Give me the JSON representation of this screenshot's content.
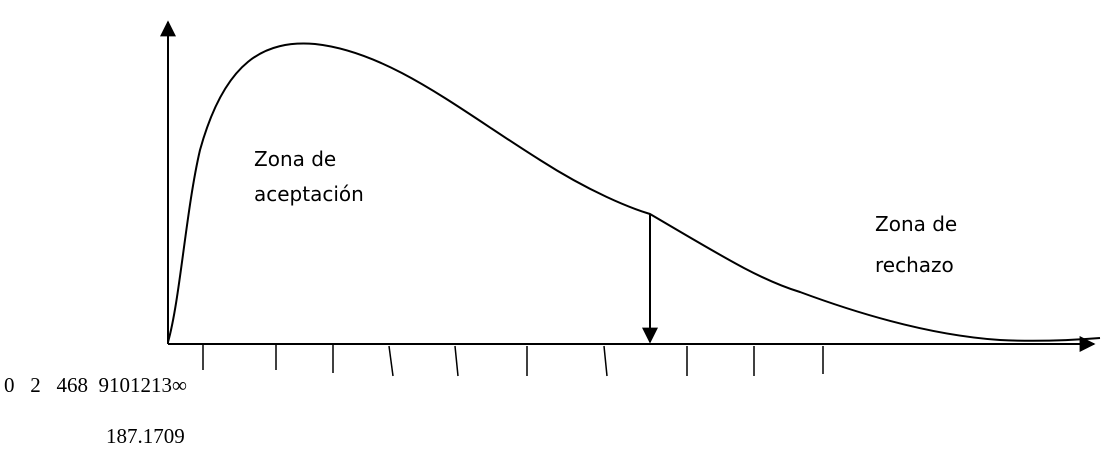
{
  "zones": {
    "acceptance": {
      "line1": "Zona de",
      "line2": "aceptación"
    },
    "rejection": {
      "line1": "Zona de",
      "line2": "rechazo"
    }
  },
  "x_axis_tick_text": "0   2   468  9101213∞",
  "critical_value_text": "187.1709",
  "colors": {
    "ink": "#000000",
    "background": "#ffffff"
  }
}
